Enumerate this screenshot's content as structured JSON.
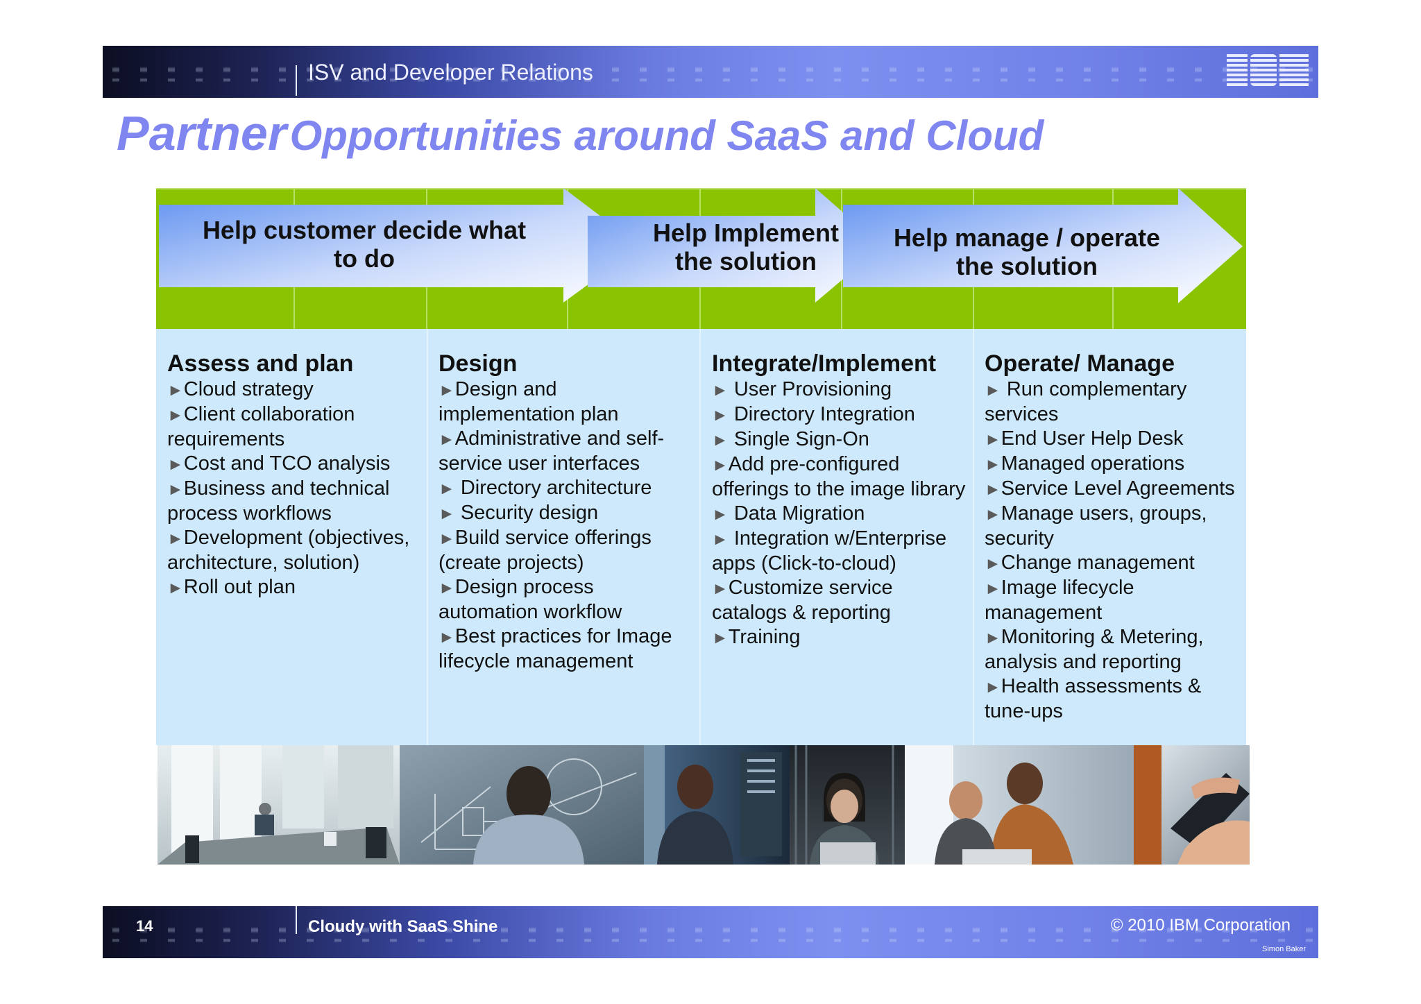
{
  "header": {
    "title": "ISV and Developer Relations",
    "logo_text": "IBM"
  },
  "page_title": {
    "first_word": "Partner",
    "rest": "Opportunities around SaaS and Cloud"
  },
  "arrows": [
    {
      "label": "Help customer decide what to do"
    },
    {
      "label": "Help Implement the solution"
    },
    {
      "label": "Help manage / operate the solution"
    }
  ],
  "phases": [
    {
      "heading": "Assess and plan",
      "items": [
        "Cloud strategy",
        "Client collaboration requirements",
        "Cost and TCO analysis",
        "Business and technical process workflows",
        "Development (objectives, architecture, solution)",
        "Roll out plan"
      ]
    },
    {
      "heading": "Design",
      "items": [
        "Design and implementation plan",
        "Administrative and self-service user interfaces",
        " Directory architecture",
        " Security design",
        "Build service offerings (create projects)",
        "Design process automation workflow",
        "Best practices for Image lifecycle management"
      ]
    },
    {
      "heading": "Integrate/Implement",
      "items": [
        " User Provisioning",
        " Directory Integration",
        " Single Sign-On",
        "Add pre-configured offerings to the image library",
        " Data Migration",
        " Integration w/Enterprise apps (Click-to-cloud)",
        "Customize service catalogs & reporting",
        "Training"
      ]
    },
    {
      "heading": "Operate/ Manage",
      "items": [
        " Run complementary services",
        "End User Help Desk",
        "Managed operations",
        "Service Level Agreements",
        "Manage users, groups, security",
        "Change management",
        "Image lifecycle management",
        "Monitoring & Metering, analysis and reporting",
        "Health assessments & tune-ups"
      ]
    }
  ],
  "photos": [
    {
      "subject": "conference-room"
    },
    {
      "subject": "whiteboard-diagram"
    },
    {
      "subject": "server-room-technician"
    },
    {
      "subject": "engineer-with-laptop"
    },
    {
      "subject": "colleagues-at-computer"
    },
    {
      "subject": "handheld-device"
    }
  ],
  "footer": {
    "page_number": "14",
    "title": "Cloudy with SaaS Shine",
    "copyright": "© 2010 IBM Corporation",
    "author": "Simon Baker"
  },
  "colors": {
    "title": "#7f86f0",
    "green_band": "#8ac400",
    "content_bg": "#cde9fb",
    "arrow_blue": "#6f9cf2"
  }
}
